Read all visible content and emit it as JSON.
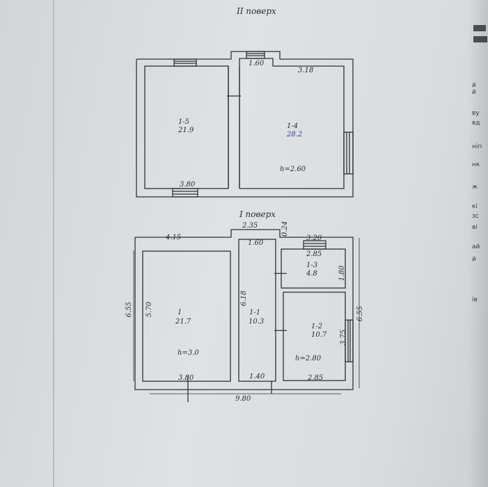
{
  "upper_floor": {
    "title": "II поверх",
    "rooms": [
      {
        "id": "1-5",
        "area": "21.9"
      },
      {
        "id": "1-4",
        "area": "28.2",
        "height": "h=2.60"
      }
    ],
    "dims": {
      "d1": "1.60",
      "d2": "3.18",
      "d3": "3.80"
    }
  },
  "lower_floor": {
    "title": "I поверх",
    "rooms": [
      {
        "id": "I",
        "area": "21.7",
        "height": "h=3.0"
      },
      {
        "id": "1-1",
        "area": "10.3"
      },
      {
        "id": "1-3",
        "area": "4.8"
      },
      {
        "id": "1-2",
        "area": "10.7",
        "height": "h=2.80"
      }
    ],
    "dims": {
      "top_left": "4.15",
      "top_mid": "2.35",
      "small_gap": "0.24",
      "top_right": "3.20",
      "corr_top": "1.60",
      "room13_top": "2.85",
      "room13_side": "1.80",
      "left_outer": "6.55",
      "left_inner": "5.70",
      "corr_side": "6.18",
      "right_outer": "6.55",
      "room12_side": "3.75",
      "bottom_left": "3.80",
      "bottom_corr": "1.40",
      "bottom_right": "2.85",
      "total": "9.80"
    }
  },
  "margin_text": [
    "й",
    "й",
    "ву",
    "вд",
    "ніп",
    "нк",
    "ж",
    "кі",
    "зс",
    "ві",
    "ай",
    "й",
    "ів"
  ]
}
